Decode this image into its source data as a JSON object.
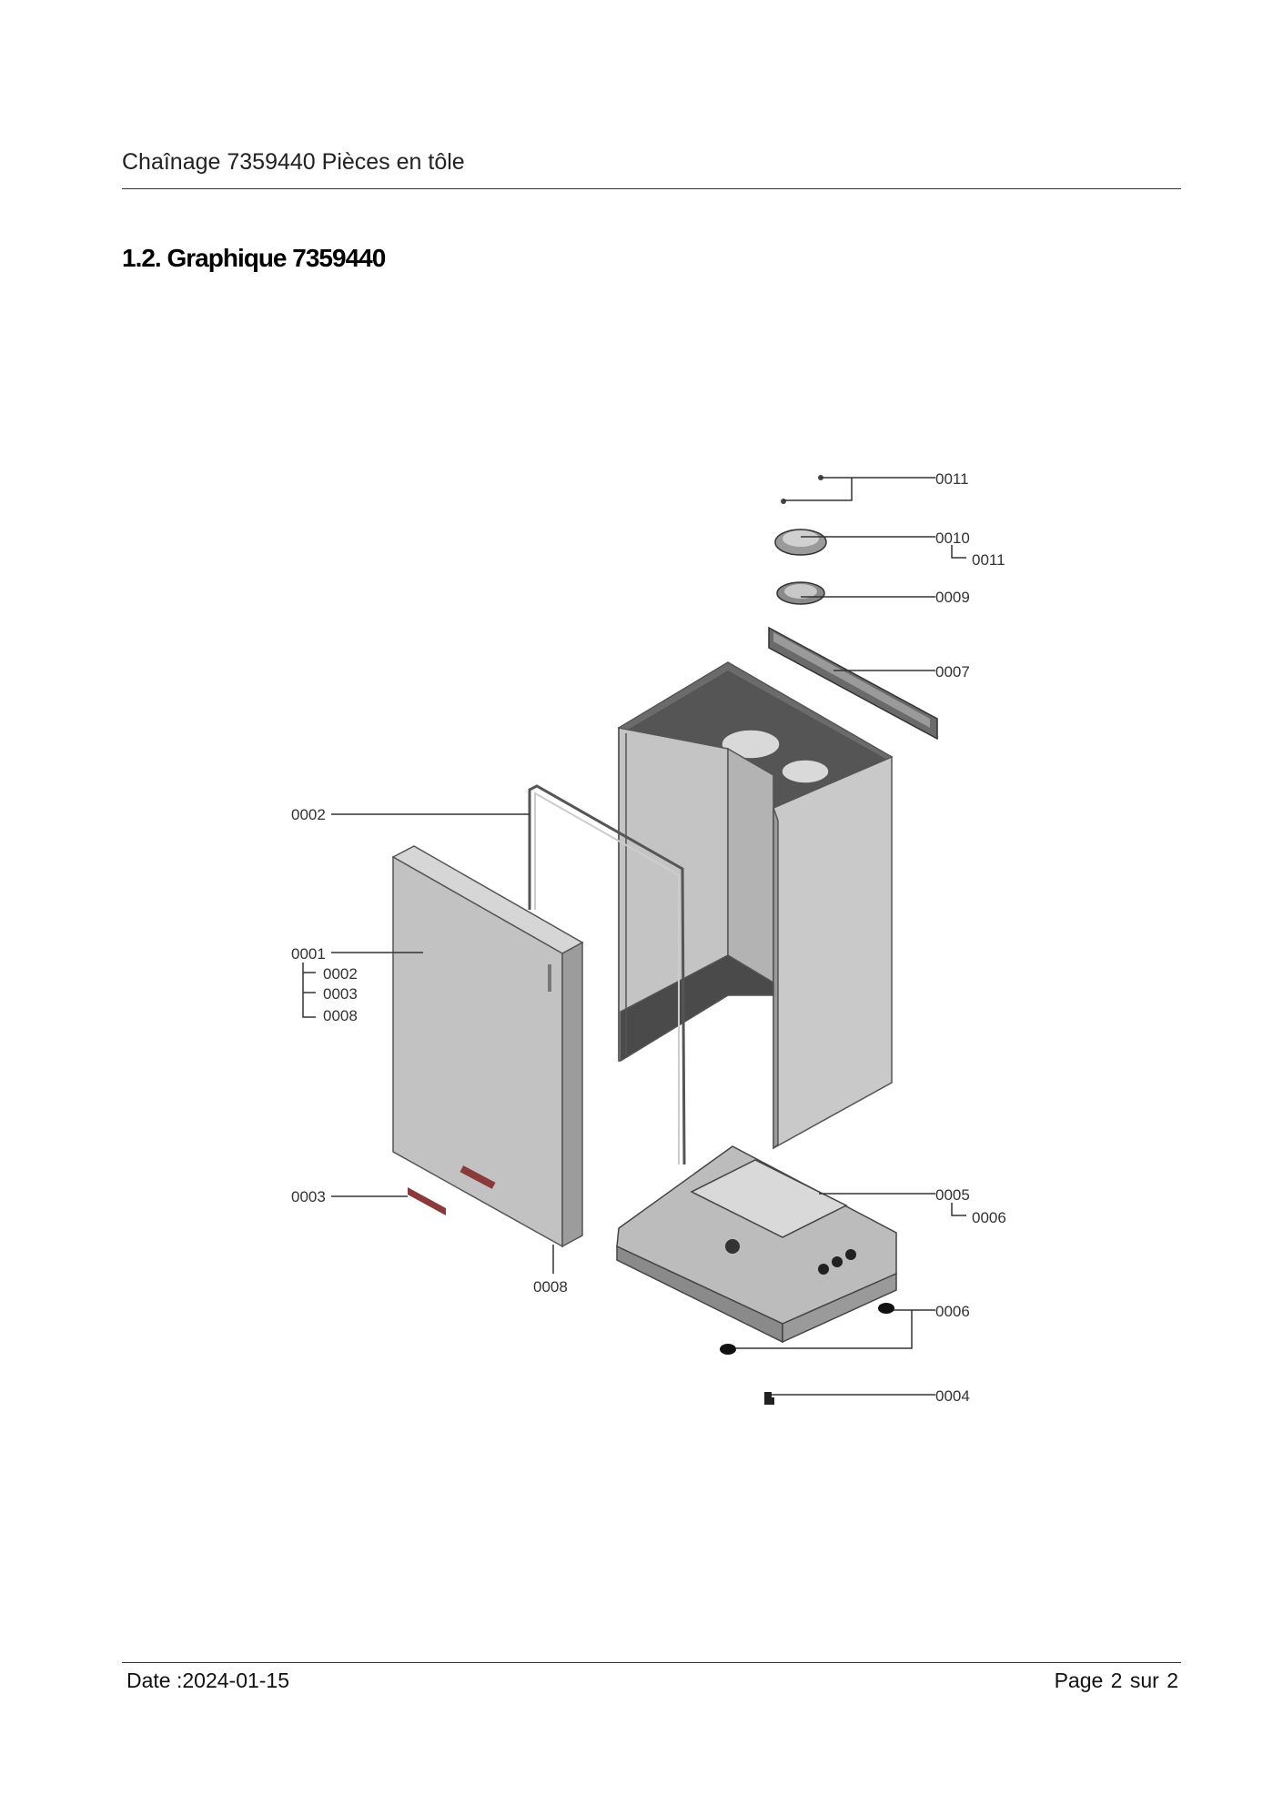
{
  "header": {
    "title": "Chaînage 7359440 Pièces en tôle"
  },
  "section": {
    "heading": "1.2. Graphique 7359440"
  },
  "diagram": {
    "callouts": {
      "c0011_top": "0011",
      "c0010": "0010",
      "c0011_sub": "0011",
      "c0009": "0009",
      "c0007": "0007",
      "c0002": "0002",
      "c0001": "0001",
      "c0001_sub_0002": "0002",
      "c0001_sub_0003": "0003",
      "c0001_sub_0008": "0008",
      "c0003": "0003",
      "c0008": "0008",
      "c0005": "0005",
      "c0006_sub": "0006",
      "c0006": "0006",
      "c0004": "0004"
    }
  },
  "footer": {
    "date": "Date :2024-01-15",
    "page": "Page 2 sur  2"
  }
}
